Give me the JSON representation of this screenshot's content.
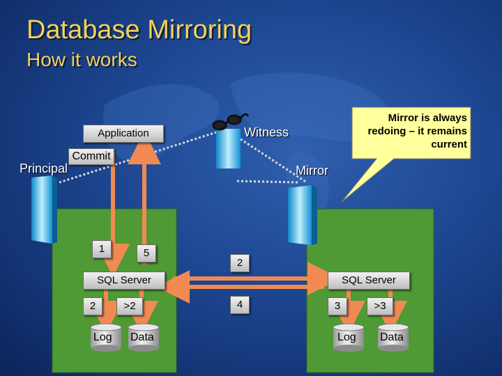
{
  "title": "Database Mirroring",
  "subtitle": "How it works",
  "labels": {
    "application": "Application",
    "commit": "Commit",
    "principal": "Principal",
    "witness": "Witness",
    "mirror": "Mirror",
    "callout": "Mirror is always redoing – it remains current",
    "sql_server_left": "SQL Server",
    "sql_server_right": "SQL Server"
  },
  "steps": {
    "s1": "1",
    "s5": "5",
    "s2_top": "2",
    "s4": "4",
    "s2_left": "2",
    "s_gt2": ">2",
    "s3": "3",
    "s_gt3": ">3"
  },
  "disks": {
    "left_log": "Log",
    "left_data": "Data",
    "right_log": "Log",
    "right_data": "Data"
  },
  "colors": {
    "title": "#f3d256",
    "arrow": "#f08a52",
    "server_box": "#4f9a35",
    "callout": "#ffff9c"
  }
}
